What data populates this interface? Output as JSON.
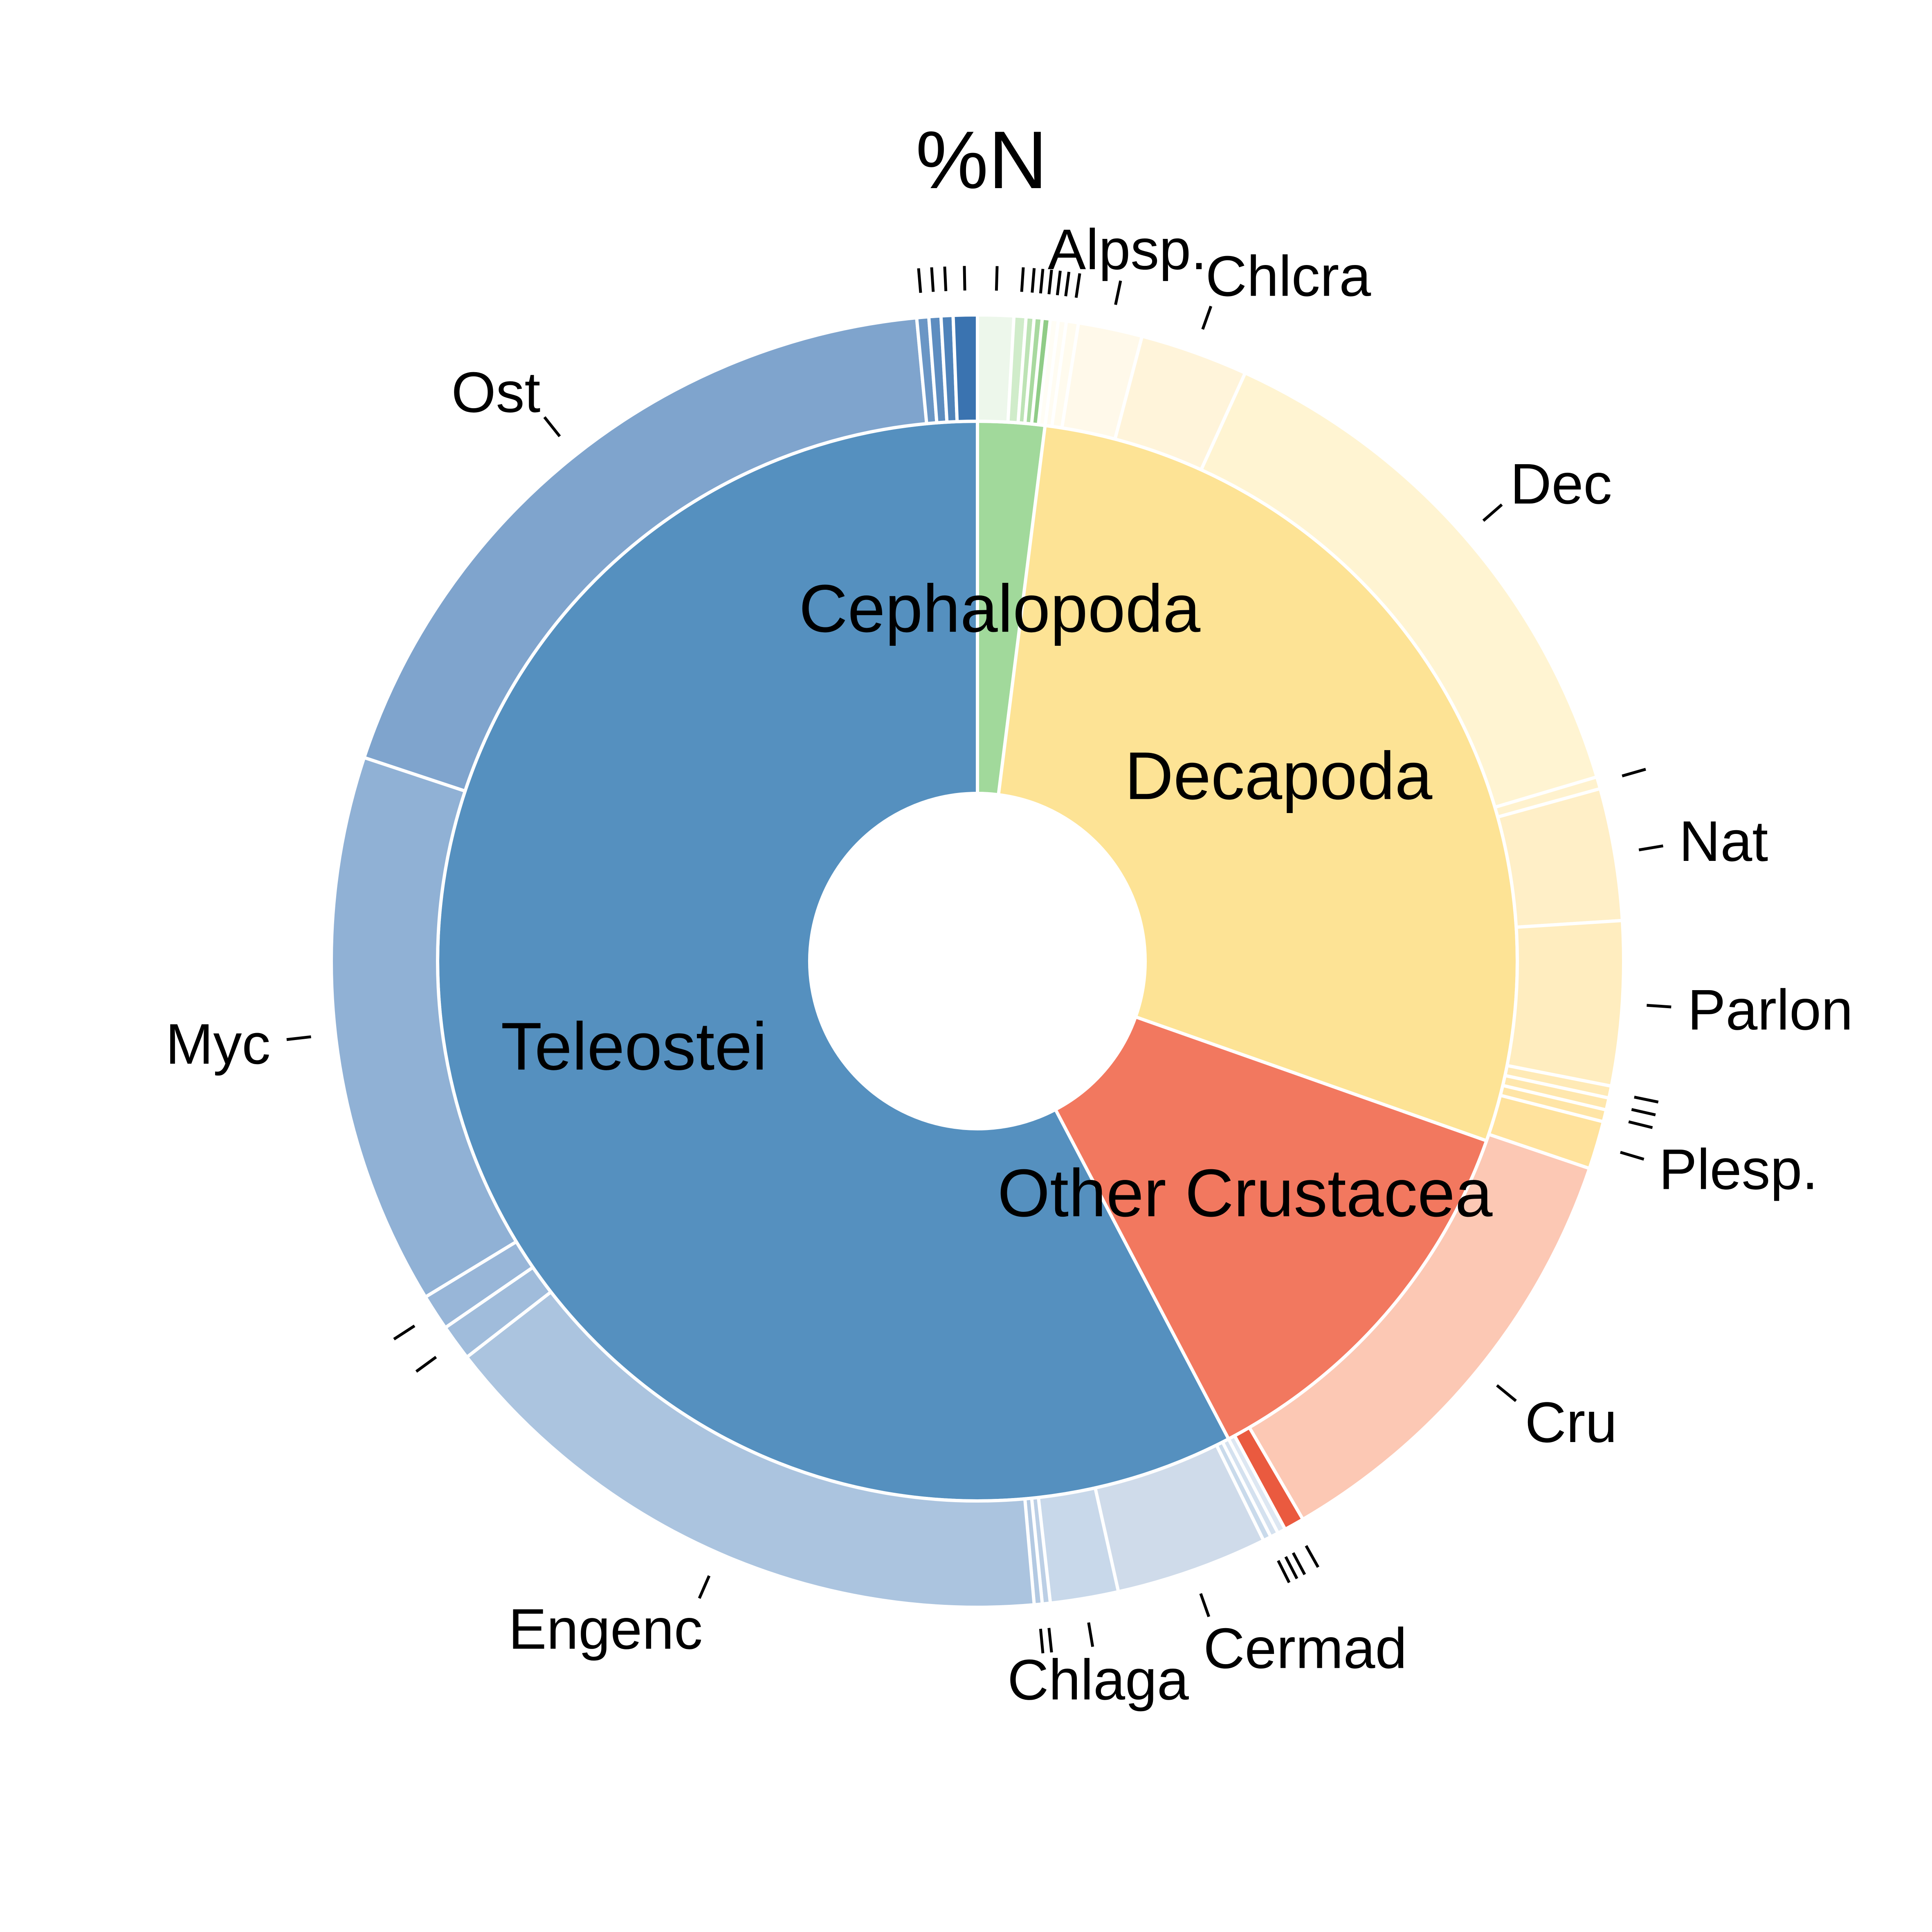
{
  "chart_data": {
    "type": "pie",
    "title": "%N",
    "start": "top, clockwise",
    "inner": [
      {
        "label": "Cephalopoda",
        "value": 2.0,
        "color": "#a1d99b"
      },
      {
        "label": "Decapoda",
        "value": 28.4,
        "color": "#fde395"
      },
      {
        "label": "Other Crustacea",
        "value": 11.9,
        "color": "#f2785f"
      },
      {
        "label": "Teleostei",
        "value": 57.7,
        "color": "#5590bf"
      }
    ],
    "outer": [
      {
        "label": "",
        "group": "Cephalopoda",
        "value": 0.9,
        "color": "#edf7eb"
      },
      {
        "label": "",
        "group": "Cephalopoda",
        "value": 0.3,
        "color": "#d0ecca"
      },
      {
        "label": "",
        "group": "Cephalopoda",
        "value": 0.2,
        "color": "#bde3b5"
      },
      {
        "label": "",
        "group": "Cephalopoda",
        "value": 0.2,
        "color": "#a8d99f"
      },
      {
        "label": "",
        "group": "Cephalopoda",
        "value": 0.2,
        "color": "#90cc87"
      },
      {
        "label": "",
        "group": "Decapoda",
        "value": 0.2,
        "color": "#fffdf5"
      },
      {
        "label": "",
        "group": "Decapoda",
        "value": 0.2,
        "color": "#fffcf2"
      },
      {
        "label": "",
        "group": "Decapoda",
        "value": 0.3,
        "color": "#fffbee"
      },
      {
        "label": "Alpsp.",
        "group": "Decapoda",
        "value": 1.6,
        "color": "#fff9ea"
      },
      {
        "label": "Chlcra",
        "group": "Decapoda",
        "value": 2.7,
        "color": "#fff4da"
      },
      {
        "label": "Dec",
        "group": "Decapoda",
        "value": 13.6,
        "color": "#fff4d2"
      },
      {
        "label": "",
        "group": "Decapoda",
        "value": 0.3,
        "color": "#fff2ce"
      },
      {
        "label": "Nat",
        "group": "Decapoda",
        "value": 3.3,
        "color": "#ffefc7"
      },
      {
        "label": "Parlon",
        "group": "Decapoda",
        "value": 4.1,
        "color": "#ffedbf"
      },
      {
        "label": "",
        "group": "Decapoda",
        "value": 0.3,
        "color": "#ffeab6"
      },
      {
        "label": "",
        "group": "Decapoda",
        "value": 0.3,
        "color": "#ffe7ad"
      },
      {
        "label": "",
        "group": "Decapoda",
        "value": 0.3,
        "color": "#ffe5a6"
      },
      {
        "label": "Plesp.",
        "group": "Decapoda",
        "value": 1.2,
        "color": "#ffe29c"
      },
      {
        "label": "Cru",
        "group": "Other Crustacea",
        "value": 11.4,
        "color": "#fcc8b4"
      },
      {
        "label": "",
        "group": "Other Crustacea",
        "value": 0.5,
        "color": "#ea5a3f"
      },
      {
        "label": "",
        "group": "Teleostei",
        "value": 0.2,
        "color": "#dde7f2"
      },
      {
        "label": "",
        "group": "Teleostei",
        "value": 0.2,
        "color": "#d4e1ef"
      },
      {
        "label": "",
        "group": "Teleostei",
        "value": 0.2,
        "color": "#c9daeb"
      },
      {
        "label": "Cermad",
        "group": "Teleostei",
        "value": 3.8,
        "color": "#cfdbea"
      },
      {
        "label": "Chlaga",
        "group": "Teleostei",
        "value": 1.7,
        "color": "#c8d8ea"
      },
      {
        "label": "",
        "group": "Teleostei",
        "value": 0.2,
        "color": "#bccfe5"
      },
      {
        "label": "",
        "group": "Teleostei",
        "value": 0.2,
        "color": "#b3c9e2"
      },
      {
        "label": "Engenc",
        "group": "Teleostei",
        "value": 15.9,
        "color": "#abc4df"
      },
      {
        "label": "",
        "group": "Teleostei",
        "value": 0.9,
        "color": "#a0bcdb"
      },
      {
        "label": "",
        "group": "Teleostei",
        "value": 0.9,
        "color": "#98b6d8"
      },
      {
        "label": "Myc",
        "group": "Teleostei",
        "value": 13.8,
        "color": "#90b1d5"
      },
      {
        "label": "Ost",
        "group": "Teleostei",
        "value": 18.4,
        "color": "#7fa4cd"
      },
      {
        "label": "",
        "group": "Teleostei",
        "value": 0.3,
        "color": "#6a96c5"
      },
      {
        "label": "",
        "group": "Teleostei",
        "value": 0.3,
        "color": "#5d8dc0"
      },
      {
        "label": "",
        "group": "Teleostei",
        "value": 0.3,
        "color": "#4f83ba"
      },
      {
        "label": "",
        "group": "Teleostei",
        "value": 0.6,
        "color": "#3a73b0"
      }
    ]
  }
}
